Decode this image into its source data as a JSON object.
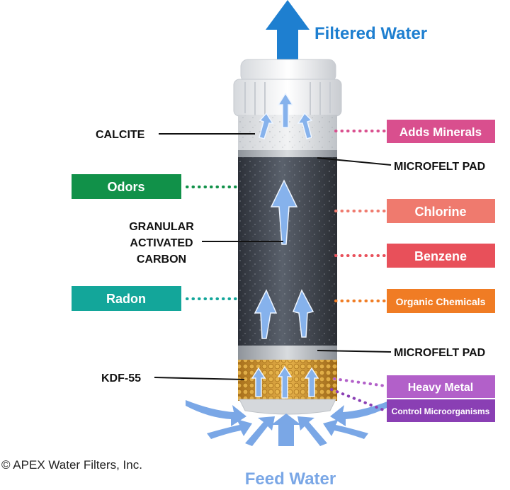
{
  "title_top": "Filtered Water",
  "title_bottom": "Feed Water",
  "copyright": "© APEX Water Filters, Inc.",
  "layers": {
    "calcite": "CALCITE",
    "microfelt_top": "MICROFELT PAD",
    "carbon_line1": "GRANULAR",
    "carbon_line2": "ACTIVATED",
    "carbon_line3": "CARBON",
    "microfelt_bottom": "MICROFELT PAD",
    "kdf": "KDF-55"
  },
  "tags": {
    "adds_minerals": "Adds Minerals",
    "odors": "Odors",
    "chlorine": "Chlorine",
    "benzene": "Benzene",
    "radon": "Radon",
    "organic_chemicals": "Organic Chemicals",
    "heavy_metal": "Heavy Metal",
    "control_microorganisms": "Control Microorganisms"
  },
  "colors": {
    "title_blue": "#1e7fd0",
    "feed_blue": "#7aa7e6",
    "adds_minerals": "#d94f8e",
    "odors": "#119149",
    "chlorine": "#ef7a6e",
    "benzene": "#e8505a",
    "radon": "#13a69a",
    "organic_chemicals": "#f07c24",
    "heavy_metal": "#b260c9",
    "control_microorganisms": "#8a3fb4"
  }
}
